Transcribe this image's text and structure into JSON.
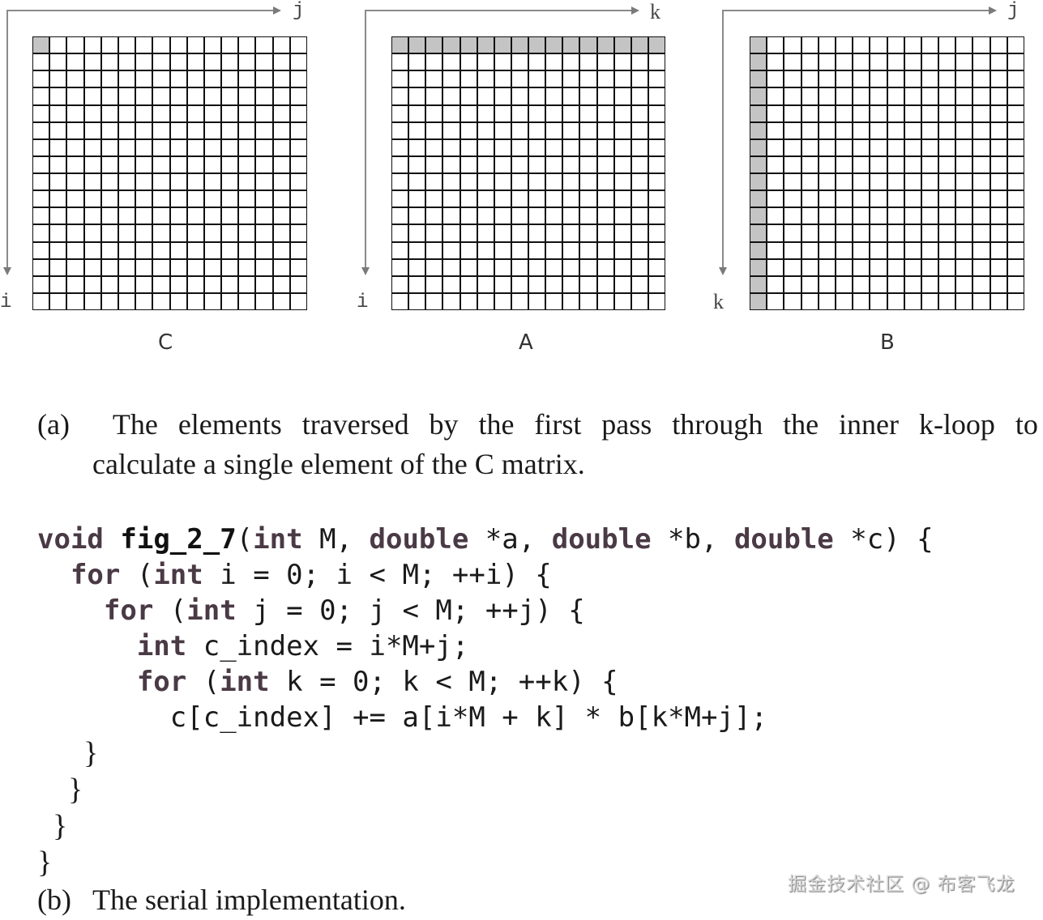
{
  "figure": {
    "grid_size": 16,
    "panels": [
      {
        "id": "C",
        "name": "C",
        "row_axis": "i",
        "col_axis": "j",
        "highlight": "single cell (row 0, col 0)"
      },
      {
        "id": "A",
        "name": "A",
        "row_axis": "i",
        "col_axis": "k",
        "highlight": "entire row 0"
      },
      {
        "id": "B",
        "name": "B",
        "row_axis": "k",
        "col_axis": "j",
        "highlight": "entire column 0"
      }
    ],
    "colors": {
      "highlight": "#c4c4c4",
      "grid_lines": "#111111",
      "axis": "#8a8a8a",
      "keyword": "#4a3a45"
    }
  },
  "caption_a": {
    "tag": "(a)",
    "line1_words": [
      "The",
      "elements",
      "traversed",
      "by",
      "the",
      "first",
      "pass",
      "through",
      "the",
      "inner",
      "k-loop",
      "to"
    ],
    "line2": "calculate a single element of the C matrix."
  },
  "code": {
    "lines": [
      "void fig_2_7(int M, double *a, double *b, double *c) {",
      "  for (int i = 0; i < M; ++i) {",
      "    for (int j = 0; j < M; ++j) {",
      "      int c_index = i*M+j;",
      "      for (int k = 0; k < M; ++k) {",
      "        c[c_index] += a[i*M + k] * b[k*M+j];",
      "      }",
      "    }",
      "  }",
      "}"
    ]
  },
  "caption_b": {
    "tag": "(b)",
    "text": "The serial implementation."
  },
  "watermark": "掘金技术社区 @ 布客飞龙"
}
